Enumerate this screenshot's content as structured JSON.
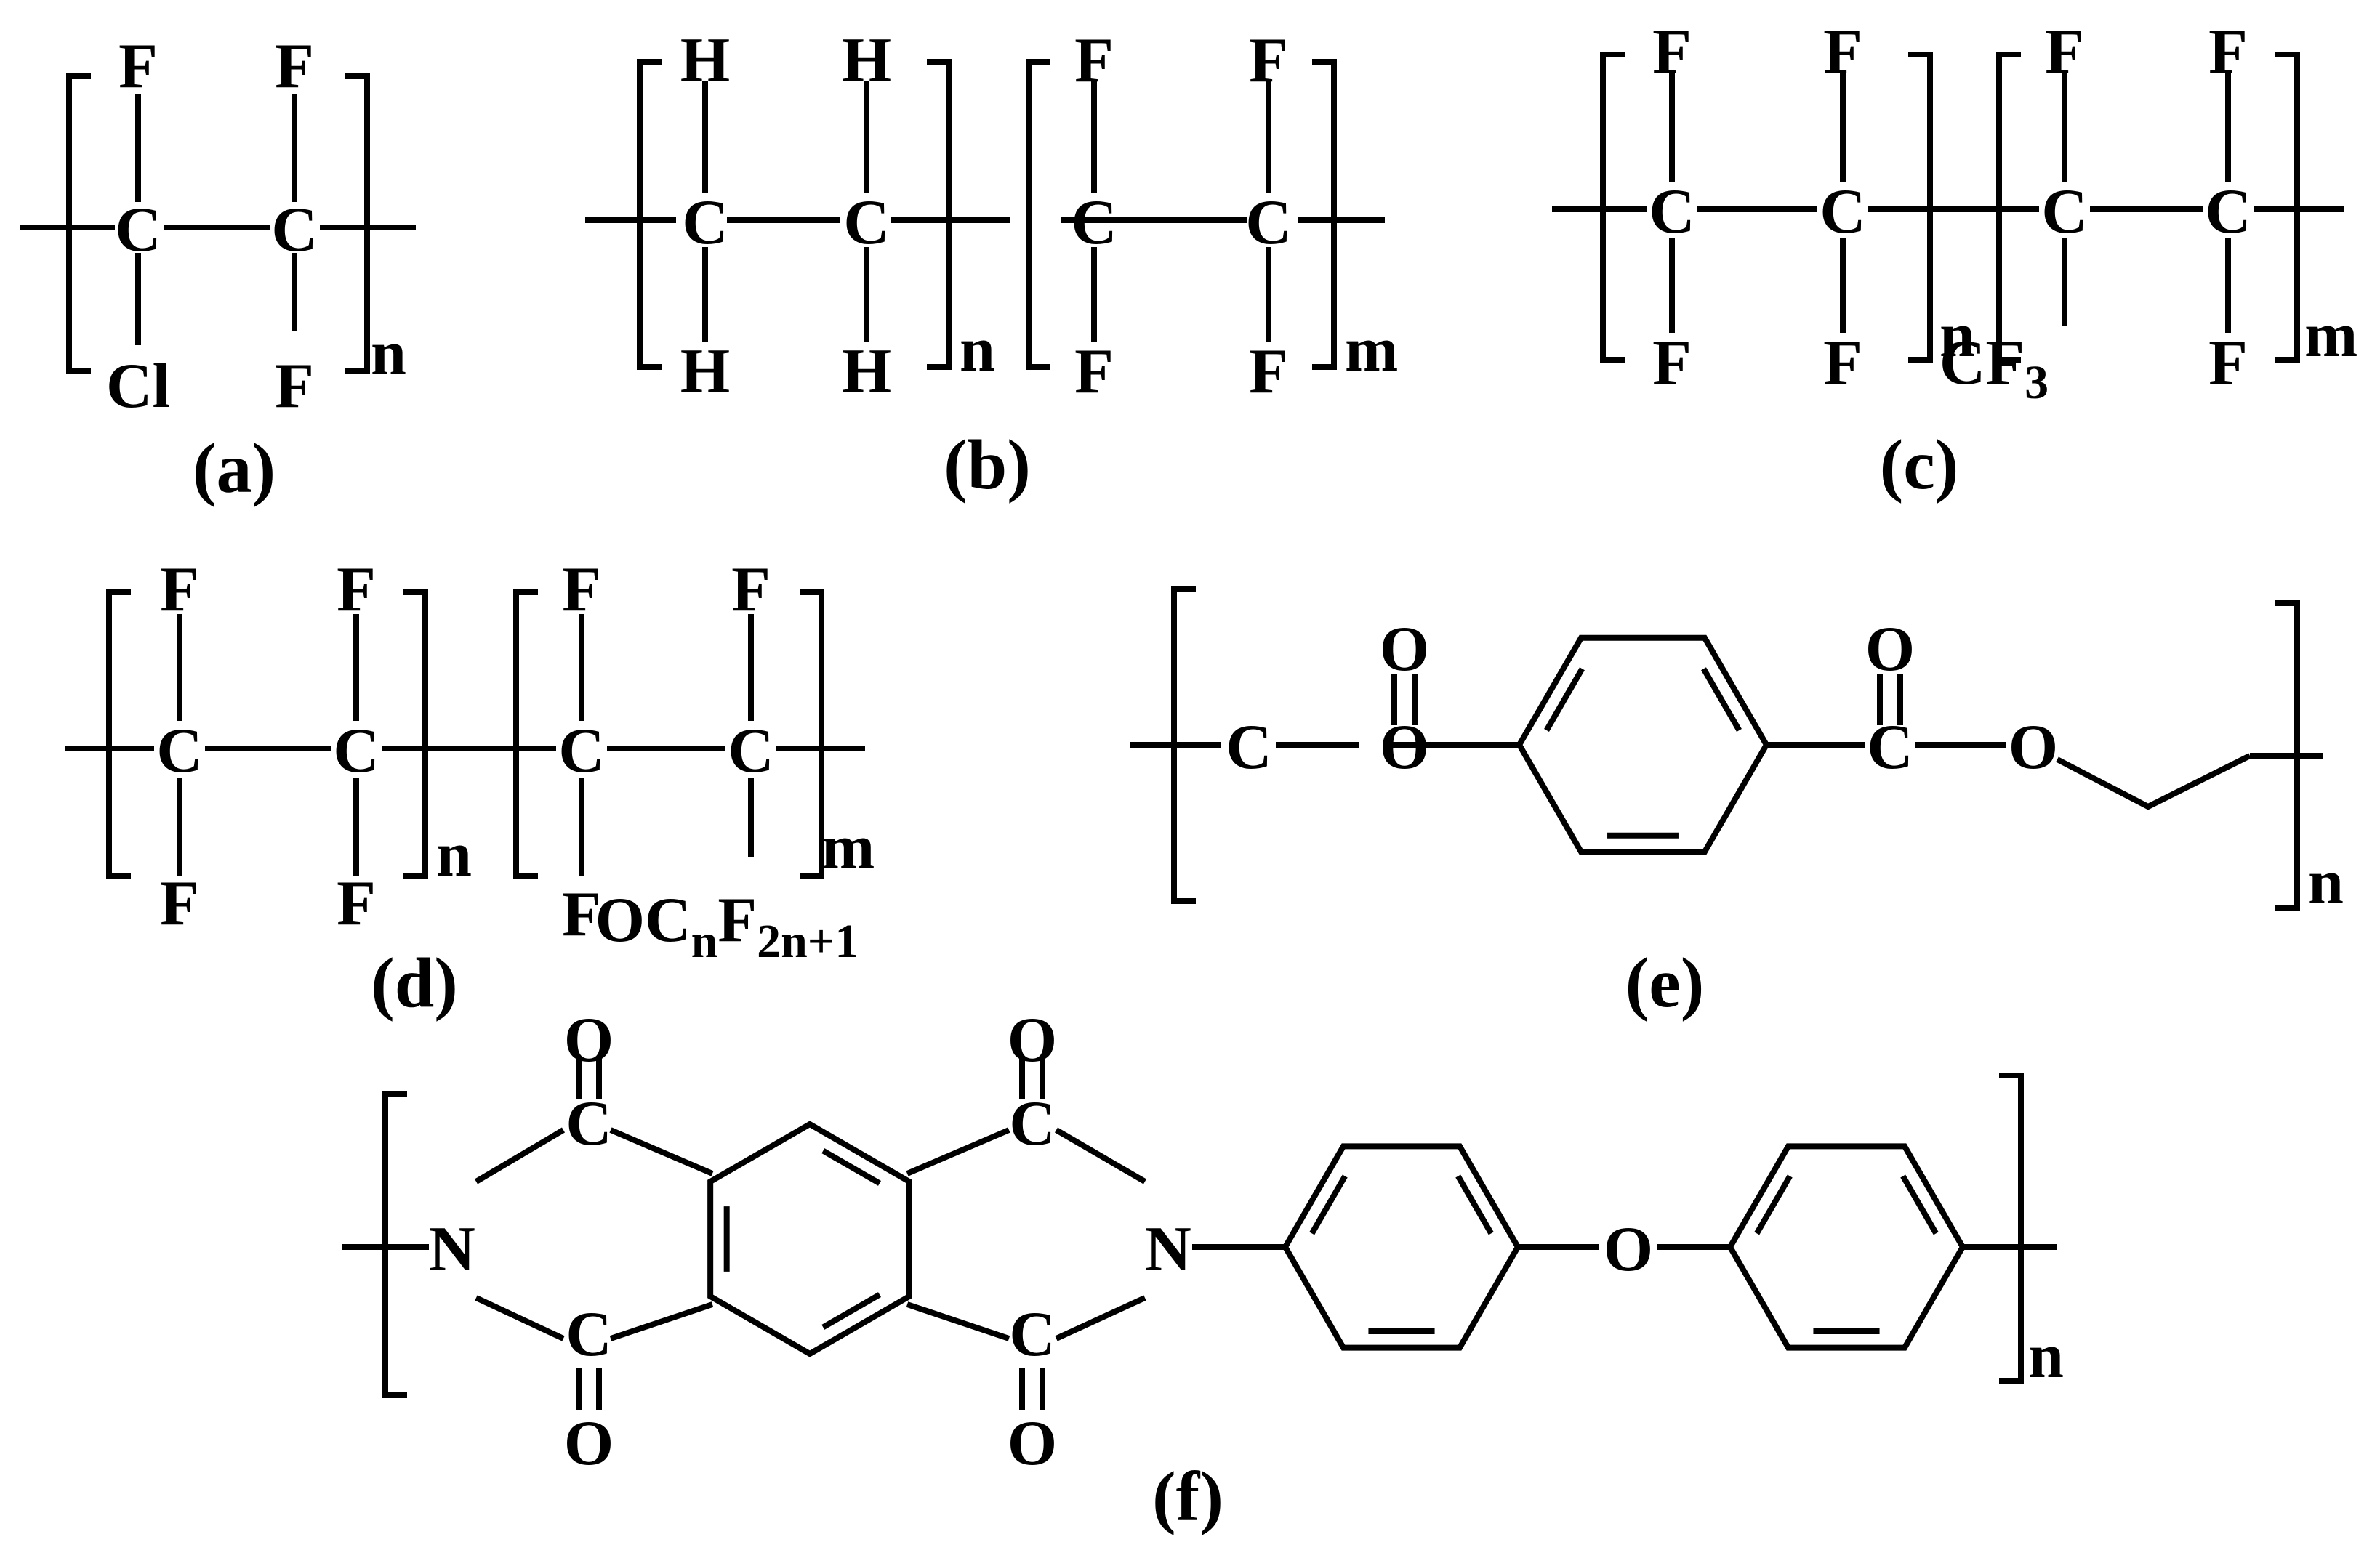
{
  "structures": [
    {
      "id": "a",
      "label": "(a)",
      "atoms": [
        "F",
        "F",
        "C",
        "C",
        "Cl",
        "F"
      ],
      "repeat": "n"
    },
    {
      "id": "b",
      "label": "(b)",
      "atoms": [
        "H",
        "H",
        "C",
        "C",
        "H",
        "H",
        "F",
        "F",
        "C",
        "C",
        "F",
        "F"
      ],
      "repeats": [
        "n",
        "m"
      ]
    },
    {
      "id": "c",
      "label": "(c)",
      "atoms": [
        "F",
        "F",
        "C",
        "C",
        "F",
        "F",
        "F",
        "F",
        "C",
        "C",
        "CF",
        "3",
        "F"
      ],
      "repeats": [
        "n",
        "m"
      ]
    },
    {
      "id": "d",
      "label": "(d)",
      "atoms": [
        "F",
        "F",
        "C",
        "C",
        "F",
        "F",
        "F",
        "F",
        "C",
        "C",
        "F",
        "OC",
        "n",
        "F",
        "2n+1"
      ],
      "repeats": [
        "n",
        "m"
      ]
    },
    {
      "id": "e",
      "label": "(e)",
      "atoms": [
        "O",
        "O",
        "C",
        "O",
        "C",
        "O"
      ],
      "repeat": "n"
    },
    {
      "id": "f",
      "label": "(f)",
      "atoms": [
        "O",
        "C",
        "N",
        "C",
        "O",
        "O",
        "C",
        "N",
        "C",
        "O",
        "O"
      ],
      "repeat": "n"
    }
  ]
}
